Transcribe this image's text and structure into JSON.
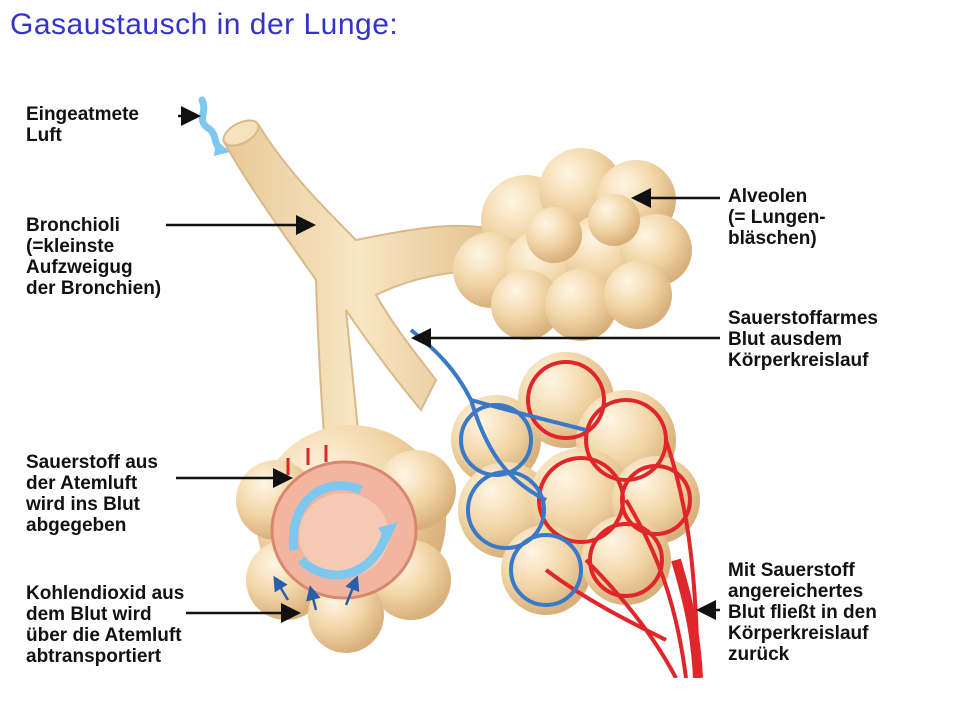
{
  "title": "Gasaustausch in der Lunge:",
  "labels": {
    "inhaled_air": "Eingeatmete\nLuft",
    "bronchioles": "Bronchioli\n(=kleinste\nAufzweigug\nder Bronchien)",
    "alveoli": "Alveolen\n(= Lungen-\nbläschen)",
    "deoxygenated_blood": "Sauerstoffarmes\nBlut ausdem\nKörperkreislauf",
    "oxygen_to_blood": "Sauerstoff aus\nder Atemluft\nwird ins Blut\nabgegeben",
    "co2_exhaled": "Kohlendioxid aus\ndem Blut wird\nüber die Atemluft\nabtransportiert",
    "oxygenated_blood": "Mit Sauerstoff\nangereichertes\nBlut fließt in den\nKörperkreislauf\nzurück"
  },
  "colors": {
    "title": "#3333cc",
    "airway": "#f4dcb2",
    "airway_outline": "#d9b98a",
    "alveolus": "#f2d6a8",
    "venous": "#3a78c8",
    "arterial": "#e0262a",
    "tissue": "#f2b5a0",
    "air_arrow": "#7ec8f0"
  }
}
